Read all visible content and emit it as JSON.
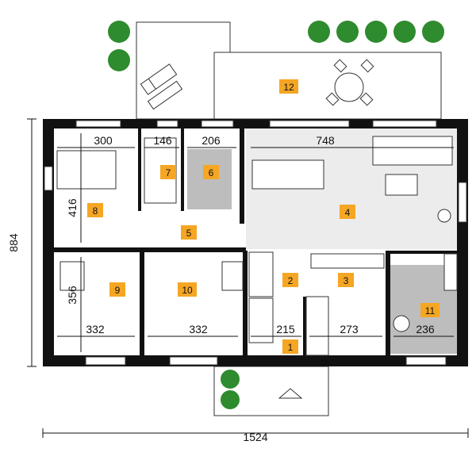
{
  "plan": {
    "overall_width": "1524",
    "overall_depth": "884",
    "dimensions": {
      "bedroom_top": "300",
      "wardrobe_top": "146",
      "bath_top": "206",
      "living_top": "748",
      "bedroom_side": "416",
      "room9_side": "356",
      "room9_bottom": "332",
      "room10_bottom": "332",
      "stair_bottom": "215",
      "kitchen_bottom": "273",
      "room11_bottom": "236"
    },
    "room_labels": [
      "1",
      "2",
      "3",
      "4",
      "5",
      "6",
      "7",
      "8",
      "9",
      "10",
      "11",
      "12"
    ]
  },
  "colors": {
    "wall": "#111111",
    "room_label_bg": "#f5a623",
    "living_floor": "#ececec",
    "bath_floor": "#bdbdbd",
    "utility_floor": "#bdbdbd",
    "tree": "#2e8b2e"
  },
  "icons": {
    "entrance": "entrance-arrow-icon",
    "tree": "tree-icon"
  }
}
